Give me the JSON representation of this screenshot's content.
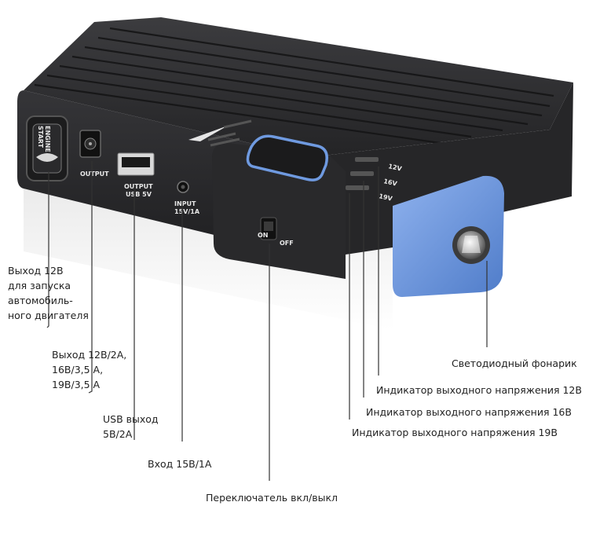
{
  "device": {
    "engine_start_label": [
      "ENGINE",
      "START"
    ],
    "output_label": "OUTPUT",
    "output_usb_label": [
      "OUTPUT",
      "USB 5V"
    ],
    "input_label": [
      "INPUT",
      "15V/1A"
    ],
    "switch_on_label": "ON",
    "switch_off_label": "OFF",
    "indicator_labels": [
      "12V",
      "16V",
      "19V"
    ],
    "colors": {
      "body": "#2f2f31",
      "accent": "#6f9ae0",
      "background": "#ffffff"
    }
  },
  "callouts": {
    "engine_output": [
      "Выход 12В",
      "для запуска",
      "автомобиль-",
      "ного двигателя"
    ],
    "dc_output": [
      "Выход 12В/2А,",
      "16В/3,5 А,",
      "19В/3,5 А"
    ],
    "usb_output": [
      "USB выход",
      "5В/2А"
    ],
    "input": [
      "Вход 15В/1А"
    ],
    "switch": [
      "Переключатель вкл/выкл"
    ],
    "flashlight": [
      "Светодиодный фонарик"
    ],
    "ind12": [
      "Индикатор выходного напряжения 12В"
    ],
    "ind16": [
      "Индикатор выходного напряжения 16В"
    ],
    "ind19": [
      "Индикатор выходного напряжения 19В"
    ]
  }
}
